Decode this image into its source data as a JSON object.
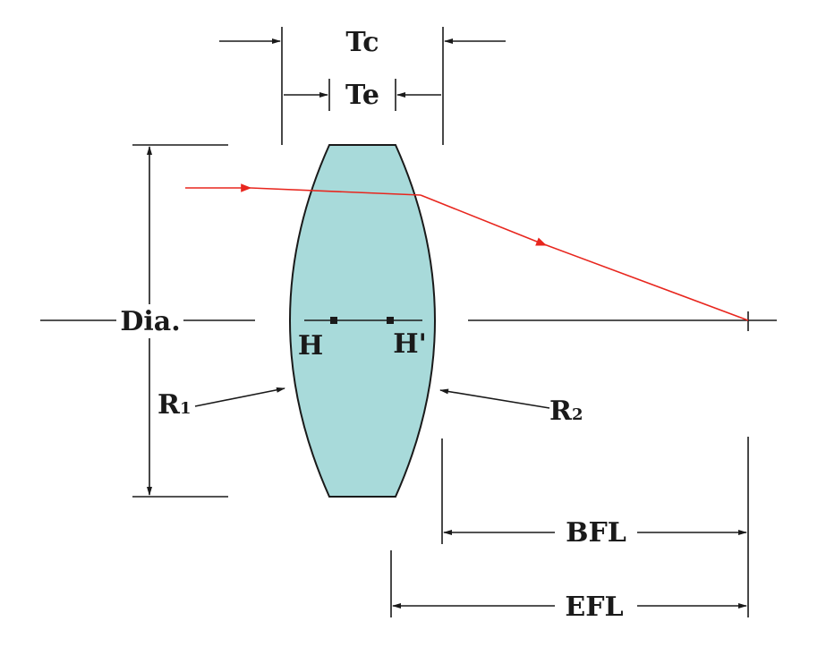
{
  "labels": {
    "tc": "Tc",
    "te": "Te",
    "dia": "Dia.",
    "h": "H",
    "h_prime": "H'",
    "r1_main": "R",
    "r1_sub": "1",
    "r2_main": "R",
    "r2_sub": "2",
    "bfl": "BFL",
    "efl": "EFL"
  },
  "colors": {
    "lens_fill": "#a8dada",
    "lens_outline": "#1a1a1a",
    "ray": "#e8261e",
    "line": "#1a1a1a"
  }
}
